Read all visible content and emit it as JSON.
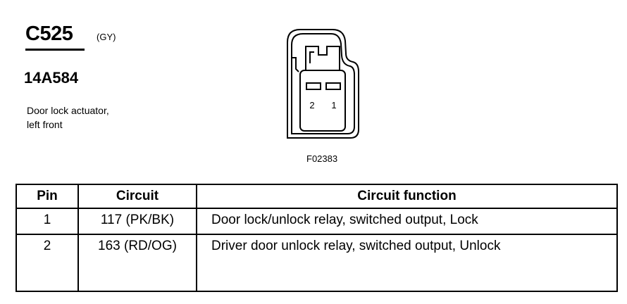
{
  "connector": {
    "id": "C525",
    "color": "(GY)",
    "part_number": "14A584",
    "description_line1": "Door lock actuator,",
    "description_line2": "left front"
  },
  "figure": {
    "label": "F02383",
    "pin_labels": [
      "2",
      "1"
    ]
  },
  "table": {
    "headers": {
      "pin": "Pin",
      "circuit": "Circuit",
      "function": "Circuit function"
    },
    "rows": [
      {
        "pin": "1",
        "circuit": "117 (PK/BK)",
        "function": "Door lock/unlock relay, switched output, Lock"
      },
      {
        "pin": "2",
        "circuit": "163 (RD/OG)",
        "function": "Driver door unlock relay, switched output, Unlock"
      }
    ]
  }
}
